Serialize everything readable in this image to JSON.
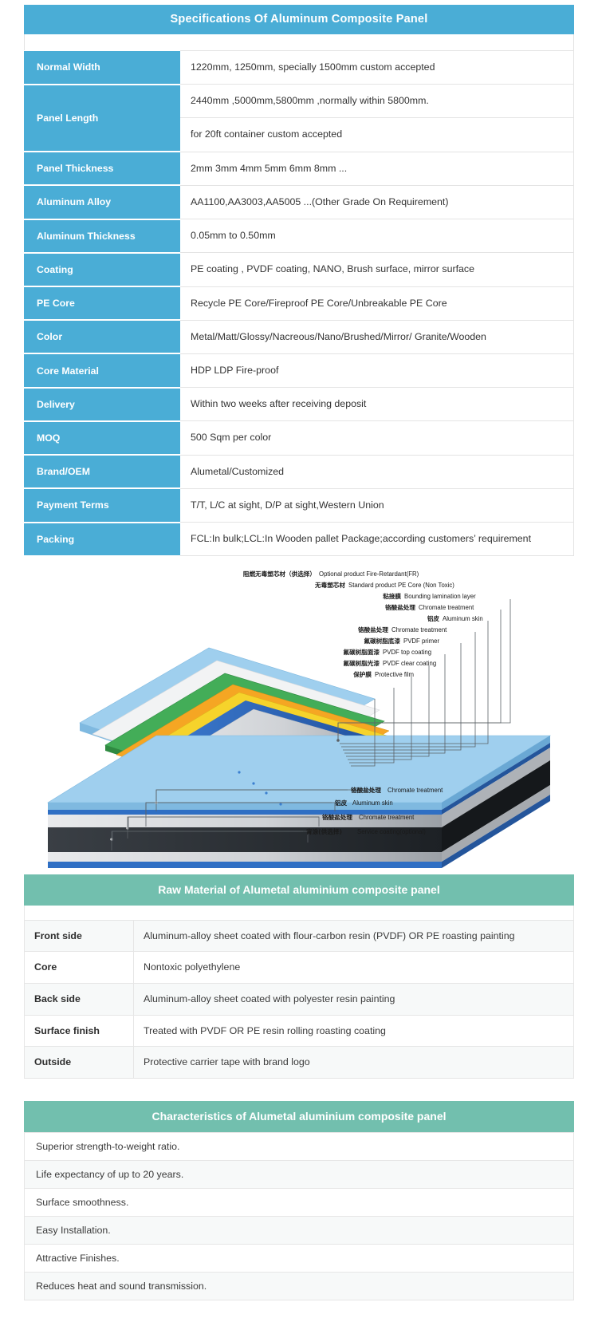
{
  "spec_table": {
    "title": "Specifications Of Aluminum Composite Panel",
    "rows": [
      {
        "key": "Normal Width",
        "value": "1220mm, 1250mm, specially 1500mm custom accepted"
      },
      {
        "key": "Panel Length",
        "value": "2440mm ,5000mm,5800mm ,normally within 5800mm.",
        "value2": "for 20ft container custom accepted"
      },
      {
        "key": "Panel Thickness",
        "value": "2mm 3mm 4mm 5mm 6mm 8mm ..."
      },
      {
        "key": "Aluminum Alloy",
        "value": "AA1100,AA3003,AA5005 ...(Other Grade On Requirement)"
      },
      {
        "key": "Aluminum Thickness",
        "value": "0.05mm to 0.50mm"
      },
      {
        "key": "Coating",
        "value": "PE coating , PVDF coating, NANO, Brush surface, mirror surface"
      },
      {
        "key": "PE Core",
        "value": "Recycle PE Core/Fireproof PE Core/Unbreakable PE Core"
      },
      {
        "key": "Color",
        "value": "Metal/Matt/Glossy/Nacreous/Nano/Brushed/Mirror/ Granite/Wooden"
      },
      {
        "key": "Core Material",
        "value": "HDP LDP Fire-proof"
      },
      {
        "key": "Delivery",
        "value": "Within two weeks after receiving deposit"
      },
      {
        "key": "MOQ",
        "value": "500 Sqm per color"
      },
      {
        "key": "Brand/OEM",
        "value": "Alumetal/Customized"
      },
      {
        "key": "Payment Terms",
        "value": "T/T, L/C at sight, D/P at sight,Western Union"
      },
      {
        "key": "Packing",
        "value": "FCL:In bulk;LCL:In Wooden pallet Package;according customers’ requirement"
      }
    ]
  },
  "diagram": {
    "top_callouts": [
      {
        "cn": "阻燃无毒塑芯材（供选择）",
        "en": "Optional product Fire-Retardant(FR)"
      },
      {
        "cn": "无毒塑芯材",
        "en": "Standard product PE Core (Non Toxic)"
      },
      {
        "cn": "粘接膜",
        "en": "Bounding lamination layer"
      },
      {
        "cn": "铬酸盐处理",
        "en": "Chromate treatment"
      },
      {
        "cn": "铝皮",
        "en": "Aluminum skin"
      },
      {
        "cn": "铬酸盐处理",
        "en": "Chromate treatment"
      },
      {
        "cn": "氟碳树脂底漆",
        "en": "PVDF primer"
      },
      {
        "cn": "氟碳树脂面漆",
        "en": "PVDF top coating"
      },
      {
        "cn": "氟碳树脂光漆",
        "en": "PVDF clear coating"
      },
      {
        "cn": "保护膜",
        "en": "Protective film"
      }
    ],
    "bottom_callouts": [
      {
        "cn": "铬酸盐处理",
        "en": "Chromate treatment"
      },
      {
        "cn": "铝皮",
        "en": "Aluminum skin"
      },
      {
        "cn": "铬酸盐处理",
        "en": "Chromate treatment"
      },
      {
        "cn": "背涂(供选择)",
        "en": "Service coating(optional)"
      }
    ]
  },
  "raw_material": {
    "title": "Raw Material of Alumetal aluminium composite panel",
    "rows": [
      {
        "key": "Front side",
        "value": "Aluminum-alloy sheet coated with flour-carbon resin (PVDF) OR PE roasting painting"
      },
      {
        "key": "Core",
        "value": "Nontoxic polyethylene"
      },
      {
        "key": "Back side",
        "value": "Aluminum-alloy sheet coated with polyester resin painting"
      },
      {
        "key": "Surface finish",
        "value": "Treated with PVDF OR PE resin rolling roasting coating"
      },
      {
        "key": "Outside",
        "value": "Protective carrier tape with brand logo"
      }
    ]
  },
  "characteristics": {
    "title": "Characteristics of Alumetal aluminium composite panel",
    "items": [
      "Superior strength-to-weight ratio.",
      "Life expectancy of up to 20 years.",
      "Surface smoothness.",
      "Easy Installation.",
      "Attractive Finishes.",
      "Reduces heat and sound transmission."
    ]
  },
  "colors": {
    "spec_header": "#4aadd6",
    "teal_header": "#72bfae",
    "panel_blue": "#2f6fc4",
    "panel_lightblue": "#8ec6ea",
    "panel_green": "#3fae55",
    "panel_orange": "#f39200",
    "panel_gray": "#b9bcc0",
    "panel_dark": "#2b2f33"
  }
}
